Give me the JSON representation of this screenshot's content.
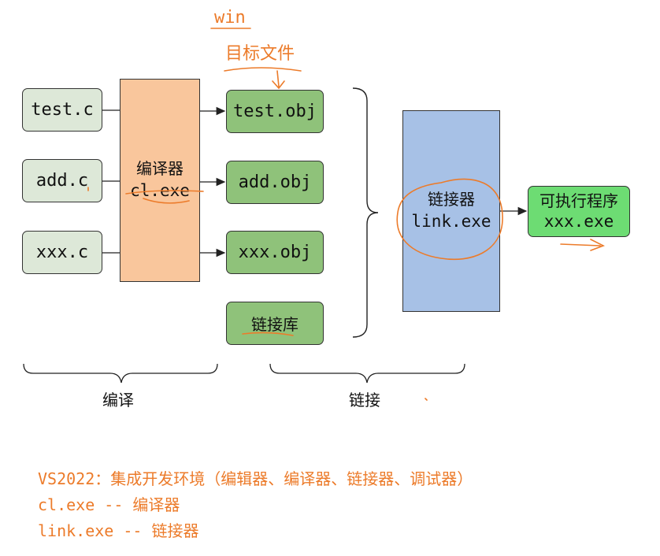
{
  "sources": [
    "test.c",
    "add.c",
    "xxx.c"
  ],
  "compiler": {
    "name": "编译器",
    "exe": "cl.exe"
  },
  "objects": [
    "test.obj",
    "add.obj",
    "xxx.obj"
  ],
  "library": "链接库",
  "linker": {
    "name": "链接器",
    "exe": "link.exe"
  },
  "output": {
    "name": "可执行程序",
    "exe": "xxx.exe"
  },
  "annotations": {
    "win": "win",
    "object_file": "目标文件"
  },
  "phases": {
    "compile": "编译",
    "link": "链接"
  },
  "notes": [
    "VS2022：集成开发环境（编辑器、编译器、链接器、调试器）",
    "cl.exe -- 编译器",
    "link.exe -- 链接器"
  ],
  "colors": {
    "source_box": "#dde8d8",
    "object_box": "#8fc27a",
    "compiler": "#f9c69c",
    "linker": "#a7c1e6",
    "output": "#6ddc73",
    "annotation": "#ec7b2a"
  }
}
